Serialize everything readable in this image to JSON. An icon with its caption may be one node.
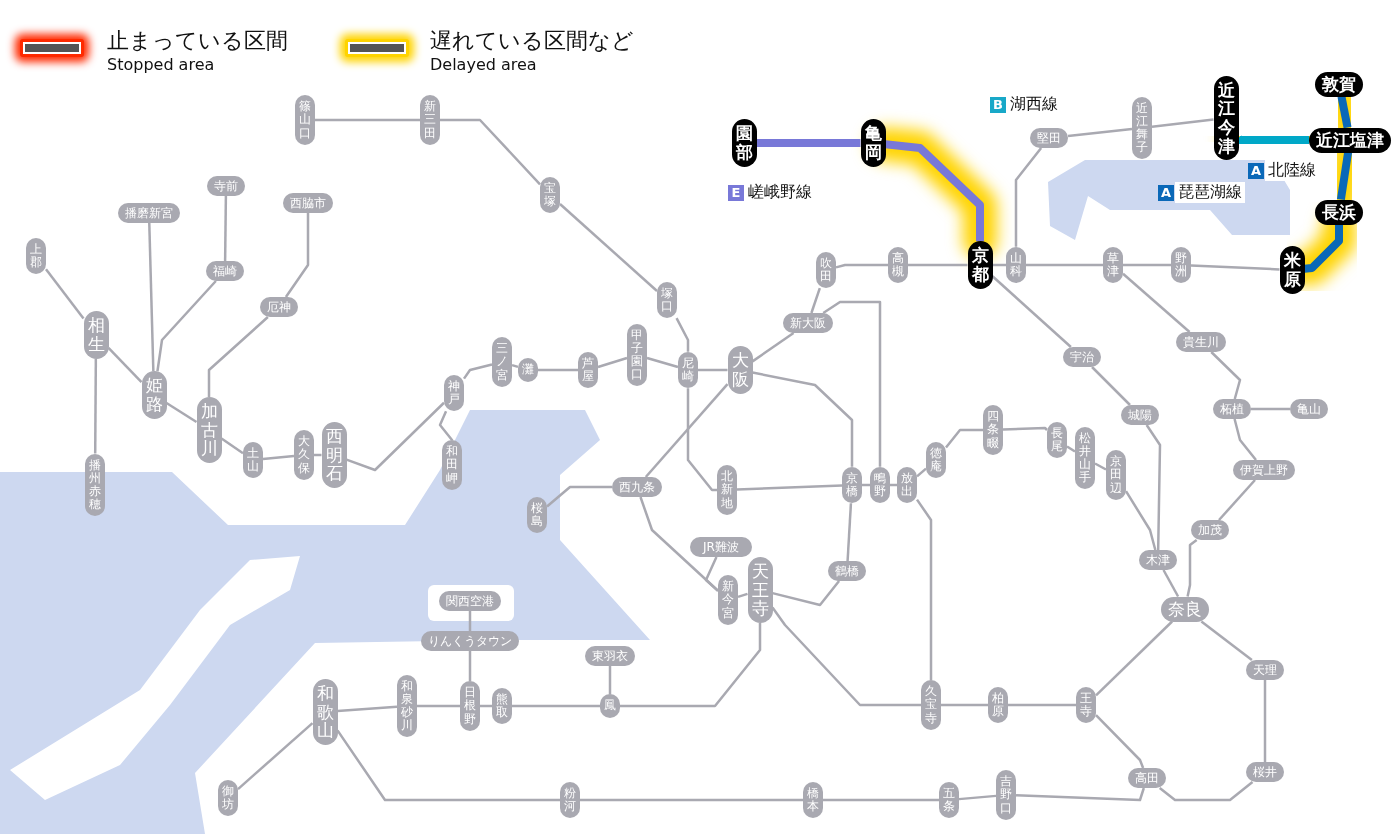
{
  "diagram": {
    "nodes": [
      {
        "text": [
          "篠山口"
        ]
      },
      {
        "text": [
          "新三田"
        ]
      },
      {
        "text": [
          "宝塚"
        ]
      },
      {
        "text": [
          "塚口"
        ]
      },
      {
        "text": [
          "尼崎"
        ]
      },
      {
        "text": [
          "大阪"
        ]
      },
      {
        "text": [
          "新大阪"
        ]
      },
      {
        "text": [
          "吹田"
        ]
      },
      {
        "text": [
          "高槻"
        ]
      },
      {
        "text": [
          "京都"
        ]
      },
      {
        "text": [
          "山科"
        ]
      },
      {
        "text": [
          "草津"
        ]
      },
      {
        "text": [
          "野洲"
        ]
      },
      {
        "text": [
          "米原"
        ]
      },
      {
        "text": [
          "長浜"
        ]
      },
      {
        "text": [
          "近江塩津"
        ]
      },
      {
        "text": [
          "敦賀"
        ]
      },
      {
        "text": [
          "近江今津"
        ]
      },
      {
        "text": [
          "近江舞子"
        ]
      },
      {
        "text": [
          "堅田"
        ]
      },
      {
        "text": [
          "園部"
        ]
      },
      {
        "text": [
          "亀岡"
        ]
      },
      {
        "text": [
          "甲子園口"
        ]
      },
      {
        "text": [
          "芦屋"
        ]
      },
      {
        "text": [
          "灘"
        ]
      },
      {
        "text": [
          "三ノ宮"
        ]
      },
      {
        "text": [
          "神戸"
        ]
      },
      {
        "text": [
          "和田岬"
        ]
      },
      {
        "text": [
          "西明石"
        ]
      },
      {
        "text": [
          "大久保"
        ]
      },
      {
        "text": [
          "土山"
        ]
      },
      {
        "text": [
          "加古川"
        ]
      },
      {
        "text": [
          "厄神"
        ]
      },
      {
        "text": [
          "西脇市"
        ]
      },
      {
        "text": [
          "姫路"
        ]
      },
      {
        "text": [
          "福崎"
        ]
      },
      {
        "text": [
          "寺前"
        ]
      },
      {
        "text": [
          "播磨新宮"
        ]
      },
      {
        "text": [
          "相生"
        ]
      },
      {
        "text": [
          "上郡"
        ]
      },
      {
        "text": [
          "播州赤穂"
        ]
      },
      {
        "text": [
          "桜島"
        ]
      },
      {
        "text": [
          "西九条"
        ]
      },
      {
        "text": [
          "北新地"
        ]
      },
      {
        "text": [
          "京橋"
        ]
      },
      {
        "text": [
          "鴫野"
        ]
      },
      {
        "text": [
          "放出"
        ]
      },
      {
        "text": [
          "JR難波"
        ]
      },
      {
        "text": [
          "新今宮"
        ]
      },
      {
        "text": [
          "天王寺"
        ]
      },
      {
        "text": [
          "鶴橋"
        ]
      },
      {
        "text": [
          "宇治"
        ]
      },
      {
        "text": [
          "城陽"
        ]
      },
      {
        "text": [
          "貴生川"
        ]
      },
      {
        "text": [
          "柘植"
        ]
      },
      {
        "text": [
          "亀山"
        ]
      },
      {
        "text": [
          "伊賀上野"
        ]
      },
      {
        "text": [
          "加茂"
        ]
      },
      {
        "text": [
          "木津"
        ]
      },
      {
        "text": [
          "奈良"
        ]
      },
      {
        "text": [
          "京田辺"
        ]
      },
      {
        "text": [
          "松井山手"
        ]
      },
      {
        "text": [
          "長尾"
        ]
      },
      {
        "text": [
          "四条畷"
        ]
      },
      {
        "text": [
          "徳庵"
        ]
      },
      {
        "text": [
          "久宝寺"
        ]
      },
      {
        "text": [
          "柏原"
        ]
      },
      {
        "text": [
          "王寺"
        ]
      },
      {
        "text": [
          "天理"
        ]
      },
      {
        "text": [
          "桜井"
        ]
      },
      {
        "text": [
          "高田"
        ]
      },
      {
        "text": [
          "吉野口"
        ]
      },
      {
        "text": [
          "五条"
        ]
      },
      {
        "text": [
          "橋本"
        ]
      },
      {
        "text": [
          "粉河"
        ]
      },
      {
        "text": [
          "和歌山"
        ]
      },
      {
        "text": [
          "和泉砂川"
        ]
      },
      {
        "text": [
          "日根野"
        ]
      },
      {
        "text": [
          "熊取"
        ]
      },
      {
        "text": [
          "鳳"
        ]
      },
      {
        "text": [
          "東羽衣"
        ]
      },
      {
        "text": [
          "りんくうタウン"
        ]
      },
      {
        "text": [
          "関西空港"
        ]
      },
      {
        "text": [
          "御坊"
        ]
      }
    ],
    "edges": [
      {
        "from": 0,
        "to": 1,
        "arrow": "none"
      },
      {
        "from": 1,
        "to": 2,
        "arrow": "none"
      },
      {
        "from": 2,
        "to": 3,
        "arrow": "none"
      },
      {
        "from": 3,
        "to": 4,
        "arrow": "none"
      },
      {
        "from": 4,
        "to": 5,
        "arrow": "none"
      },
      {
        "from": 22,
        "to": 4,
        "arrow": "none"
      },
      {
        "from": 23,
        "to": 22,
        "arrow": "none"
      },
      {
        "from": 24,
        "to": 23,
        "arrow": "none"
      },
      {
        "from": 25,
        "to": 24,
        "arrow": "none"
      },
      {
        "from": 26,
        "to": 25,
        "arrow": "none"
      },
      {
        "from": 28,
        "to": 26,
        "arrow": "none"
      },
      {
        "from": 29,
        "to": 28,
        "arrow": "none"
      },
      {
        "from": 30,
        "to": 29,
        "arrow": "none"
      },
      {
        "from": 31,
        "to": 30,
        "arrow": "none"
      },
      {
        "from": 34,
        "to": 31,
        "arrow": "none"
      },
      {
        "from": 38,
        "to": 34,
        "arrow": "none"
      },
      {
        "from": 39,
        "to": 38,
        "arrow": "none"
      },
      {
        "from": 40,
        "to": 38,
        "arrow": "none"
      },
      {
        "from": 26,
        "to": 27,
        "arrow": "none"
      },
      {
        "from": 34,
        "to": 35,
        "arrow": "none"
      },
      {
        "from": 35,
        "to": 36,
        "arrow": "none"
      },
      {
        "from": 34,
        "to": 37,
        "arrow": "none"
      },
      {
        "from": 31,
        "to": 32,
        "arrow": "none"
      },
      {
        "from": 32,
        "to": 33,
        "arrow": "none"
      },
      {
        "from": 5,
        "to": 6,
        "arrow": "none"
      },
      {
        "from": 6,
        "to": 7,
        "arrow": "none"
      },
      {
        "from": 7,
        "to": 8,
        "arrow": "none"
      },
      {
        "from": 8,
        "to": 9,
        "arrow": "none"
      },
      {
        "from": 9,
        "to": 10,
        "arrow": "none"
      },
      {
        "from": 10,
        "to": 11,
        "arrow": "none"
      },
      {
        "from": 11,
        "to": 12,
        "arrow": "none"
      },
      {
        "from": 12,
        "to": 13,
        "arrow": "none"
      },
      {
        "from": 10,
        "to": 19,
        "arrow": "none"
      },
      {
        "from": 19,
        "to": 18,
        "arrow": "none"
      },
      {
        "from": 18,
        "to": 17,
        "arrow": "none"
      },
      {
        "from": 17,
        "to": 15,
        "arrow": "none",
        "style": "thick",
        "color": "#00a8c8"
      },
      {
        "from": 13,
        "to": 14,
        "arrow": "none",
        "style": "thick",
        "color": "#0a68b8"
      },
      {
        "from": 14,
        "to": 15,
        "arrow": "none",
        "style": "thick",
        "color": "#0a68b8"
      },
      {
        "from": 15,
        "to": 16,
        "arrow": "none",
        "style": "thick",
        "color": "#0a68b8"
      },
      {
        "from": 20,
        "to": 21,
        "arrow": "none",
        "style": "thick",
        "color": "#7878d8"
      },
      {
        "from": 21,
        "to": 9,
        "arrow": "none",
        "style": "thick",
        "color": "#7878d8"
      },
      {
        "from": 6,
        "to": 45,
        "arrow": "none"
      },
      {
        "from": 5,
        "to": 44,
        "arrow": "none"
      },
      {
        "from": 44,
        "to": 50,
        "arrow": "none"
      },
      {
        "from": 50,
        "to": 49,
        "arrow": "none"
      },
      {
        "from": 49,
        "to": 48,
        "arrow": "none"
      },
      {
        "from": 48,
        "to": 42,
        "arrow": "none"
      },
      {
        "from": 42,
        "to": 5,
        "arrow": "none"
      },
      {
        "from": 42,
        "to": 41,
        "arrow": "none"
      },
      {
        "from": 4,
        "to": 43,
        "arrow": "none"
      },
      {
        "from": 43,
        "to": 44,
        "arrow": "none"
      },
      {
        "from": 44,
        "to": 45,
        "arrow": "none"
      },
      {
        "from": 45,
        "to": 46,
        "arrow": "none"
      },
      {
        "from": 46,
        "to": 64,
        "arrow": "none"
      },
      {
        "from": 64,
        "to": 63,
        "arrow": "none"
      },
      {
        "from": 63,
        "to": 62,
        "arrow": "none"
      },
      {
        "from": 62,
        "to": 61,
        "arrow": "none"
      },
      {
        "from": 61,
        "to": 60,
        "arrow": "none"
      },
      {
        "from": 60,
        "to": 58,
        "arrow": "none"
      },
      {
        "from": 46,
        "to": 65,
        "arrow": "none"
      },
      {
        "from": 47,
        "to": 48,
        "arrow": "none"
      },
      {
        "from": 49,
        "to": 65,
        "arrow": "none"
      },
      {
        "from": 65,
        "to": 66,
        "arrow": "none"
      },
      {
        "from": 66,
        "to": 67,
        "arrow": "none"
      },
      {
        "from": 67,
        "to": 59,
        "arrow": "none"
      },
      {
        "from": 9,
        "to": 51,
        "arrow": "none"
      },
      {
        "from": 51,
        "to": 52,
        "arrow": "none"
      },
      {
        "from": 52,
        "to": 58,
        "arrow": "none"
      },
      {
        "from": 58,
        "to": 59,
        "arrow": "none"
      },
      {
        "from": 59,
        "to": 57,
        "arrow": "none"
      },
      {
        "from": 57,
        "to": 56,
        "arrow": "none"
      },
      {
        "from": 56,
        "to": 54,
        "arrow": "none"
      },
      {
        "from": 54,
        "to": 55,
        "arrow": "none"
      },
      {
        "from": 54,
        "to": 53,
        "arrow": "none"
      },
      {
        "from": 53,
        "to": 11,
        "arrow": "none"
      },
      {
        "from": 59,
        "to": 68,
        "arrow": "none"
      },
      {
        "from": 68,
        "to": 69,
        "arrow": "none"
      },
      {
        "from": 69,
        "to": 70,
        "arrow": "none"
      },
      {
        "from": 67,
        "to": 70,
        "arrow": "none"
      },
      {
        "from": 70,
        "to": 71,
        "arrow": "none"
      },
      {
        "from": 71,
        "to": 72,
        "arrow": "none"
      },
      {
        "from": 72,
        "to": 73,
        "arrow": "none"
      },
      {
        "from": 73,
        "to": 74,
        "arrow": "none"
      },
      {
        "from": 74,
        "to": 75,
        "arrow": "none"
      },
      {
        "from": 49,
        "to": 79,
        "arrow": "none"
      },
      {
        "from": 79,
        "to": 80,
        "arrow": "none"
      },
      {
        "from": 79,
        "to": 78,
        "arrow": "none"
      },
      {
        "from": 78,
        "to": 77,
        "arrow": "none"
      },
      {
        "from": 77,
        "to": 81,
        "arrow": "none"
      },
      {
        "from": 81,
        "to": 82,
        "arrow": "none"
      },
      {
        "from": 77,
        "to": 76,
        "arrow": "none"
      },
      {
        "from": 76,
        "to": 75,
        "arrow": "none"
      },
      {
        "from": 75,
        "to": 83,
        "arrow": "none"
      }
    ],
    "labels": [
      "Stopped area",
      "Delayed area",
      "B",
      "湖西線",
      "A",
      "北陸線",
      "E",
      "嵯峨野線",
      "A",
      "琵琶湖線"
    ],
    "legend": [
      {
        "text": "止まっている区間",
        "color": "#ff2a00"
      },
      {
        "text": "遅れている区間など",
        "color": "#ffd400"
      }
    ]
  }
}
